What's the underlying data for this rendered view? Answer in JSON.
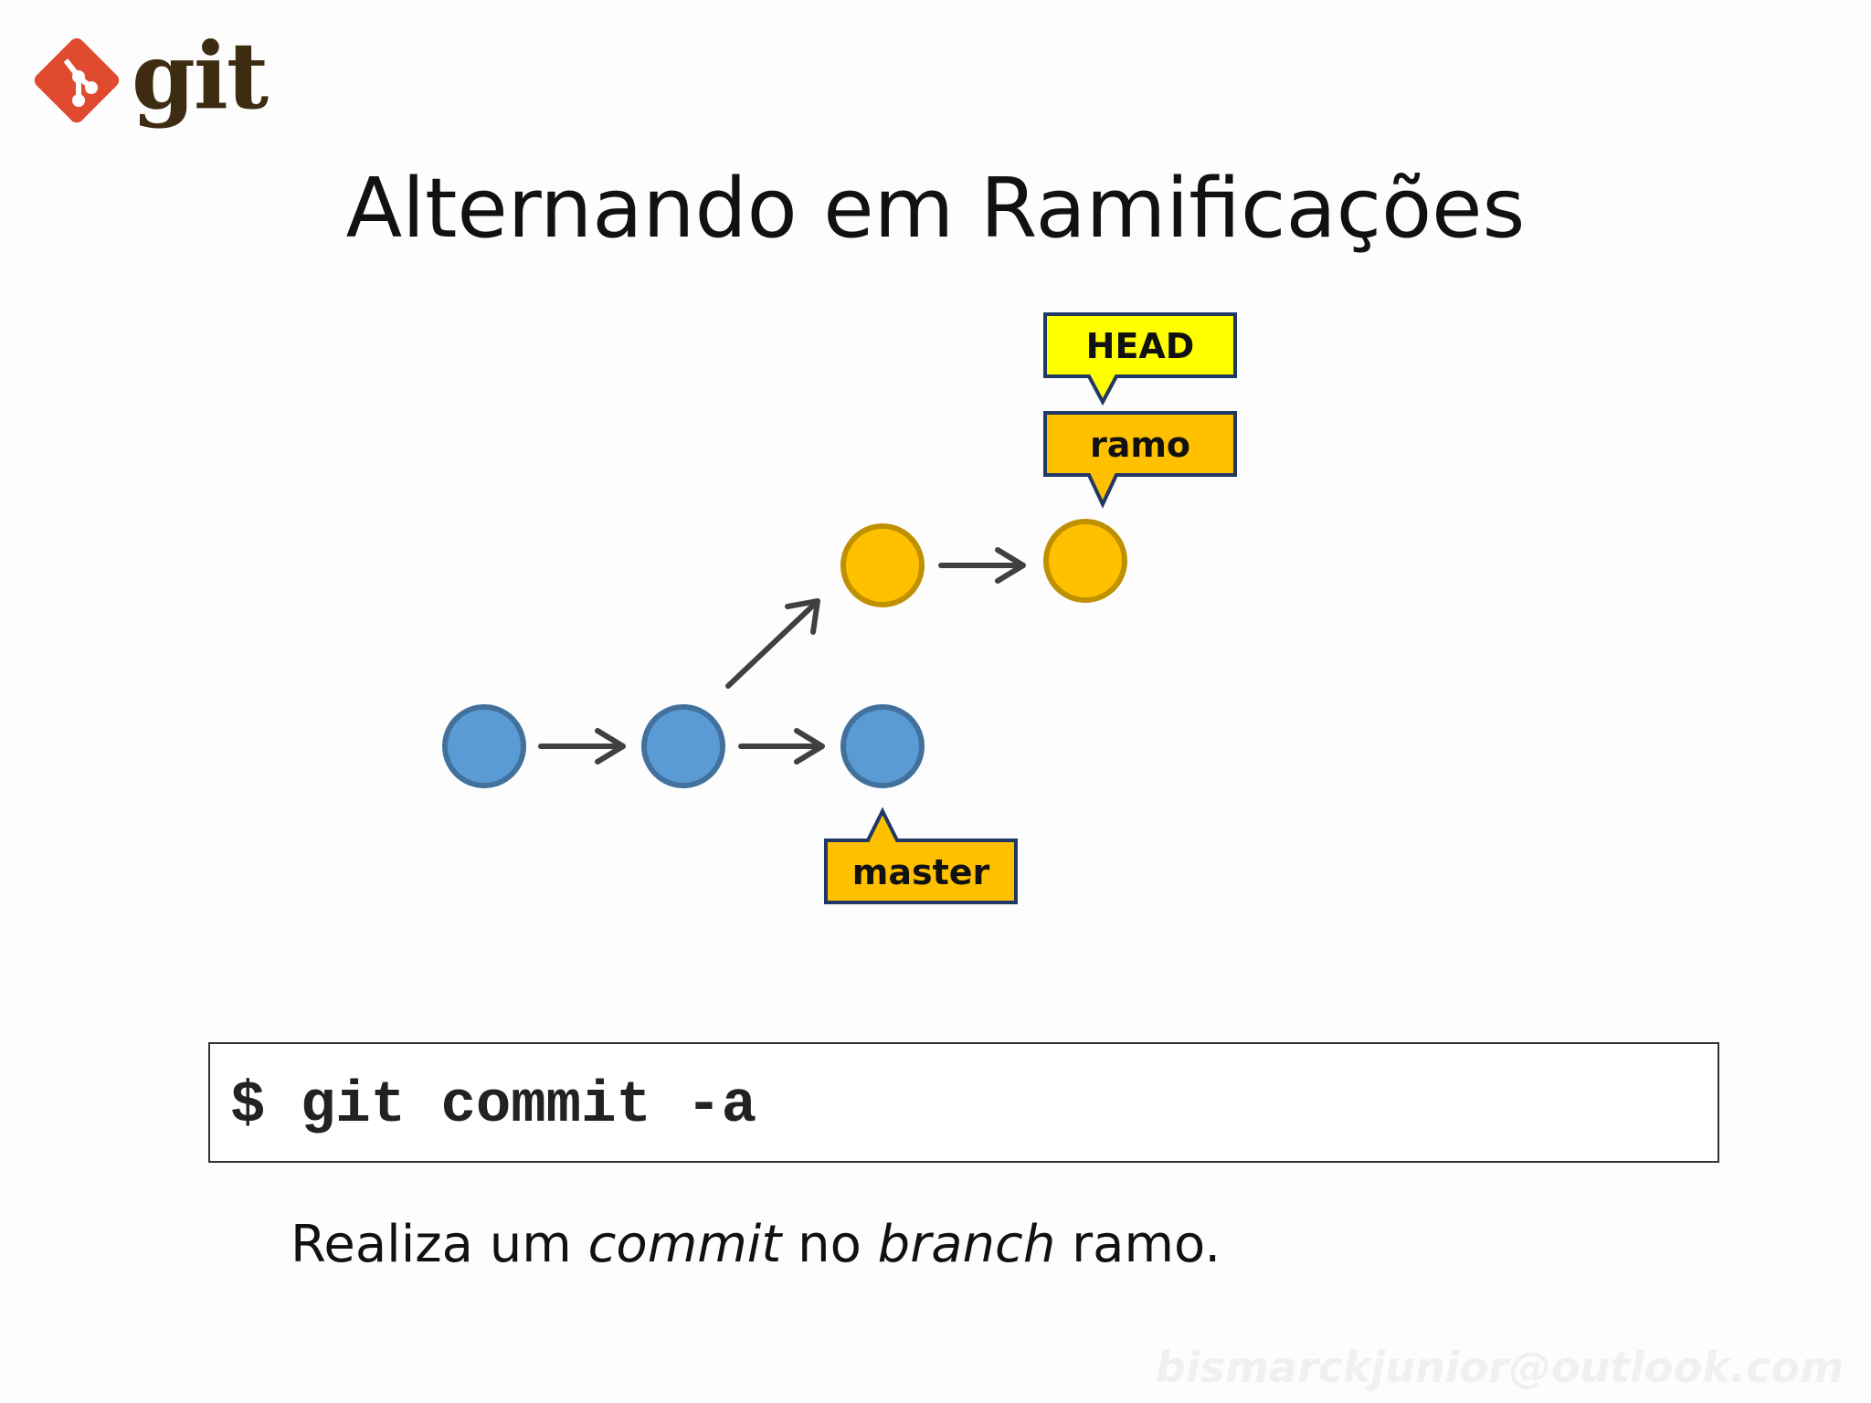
{
  "logo": {
    "icon": "git-diamond-icon",
    "text": "git",
    "color": "#e04a2e"
  },
  "title": "Alternando em Ramificações",
  "diagram": {
    "labels": {
      "head": "HEAD",
      "ramo": "ramo",
      "master": "master"
    },
    "colors": {
      "blue_commit": "#5b9bd5",
      "yellow_commit": "#ffc000",
      "head_label": "#ffff00",
      "branch_label": "#ffc000",
      "arrow": "#404040"
    }
  },
  "command": {
    "prompt": "$",
    "text": "git commit -a"
  },
  "caption": {
    "p1": "Realiza um ",
    "em1": "commit",
    "p2": " no ",
    "em2": "branch",
    "p3": " ramo."
  },
  "watermark": "bismarckjunior@outlook.com"
}
